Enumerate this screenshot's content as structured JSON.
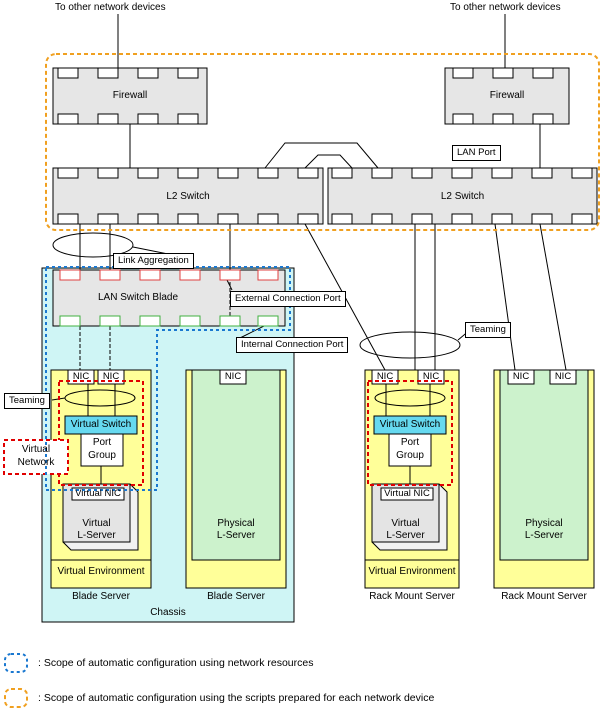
{
  "labels": {
    "other_devices_left": "To other network devices",
    "other_devices_right": "To other network devices",
    "firewall_left": "Firewall",
    "firewall_right": "Firewall",
    "lan_port": "LAN Port",
    "l2_switch_left": "L2 Switch",
    "l2_switch_right": "L2 Switch",
    "link_aggregation": "Link Aggregation",
    "lan_switch_blade": "LAN Switch Blade",
    "external_connection_port": "External Connection Port",
    "internal_connection_port": "Internal Connection Port",
    "teaming_left": "Teaming",
    "teaming_right": "Teaming",
    "nic": "NIC",
    "virtual_switch": "Virtual Switch",
    "port_group_line1": "Port",
    "port_group_line2": "Group",
    "virtual_network_line1": "Virtual",
    "virtual_network_line2": "Network",
    "virtual_nic": "Virtual NIC",
    "virtual_lserver_line1": "Virtual",
    "virtual_lserver_line2": "L-Server",
    "physical_lserver_line1": "Physical",
    "physical_lserver_line2": "L-Server",
    "virtual_environment": "Virtual Environment",
    "blade_server": "Blade Server",
    "rack_mount_server": "Rack Mount Server",
    "chassis": "Chassis"
  },
  "legend": [
    {
      "color": "#1a78d0",
      "text": ": Scope of automatic configuration using network resources"
    },
    {
      "color": "#f0a020",
      "text": ": Scope of automatic configuration using the scripts prepared for each network device"
    }
  ],
  "colors": {
    "device_fill": "#e6e6e6",
    "chassis_fill": "#cff5f5",
    "server_fill": "#ffff99",
    "lserver_fill": "#ccf2cc",
    "vswitch_fill": "#66d9f0",
    "virtual_network_border": "#e00000",
    "network_scope": "#1a78d0",
    "script_scope": "#f0a020"
  }
}
